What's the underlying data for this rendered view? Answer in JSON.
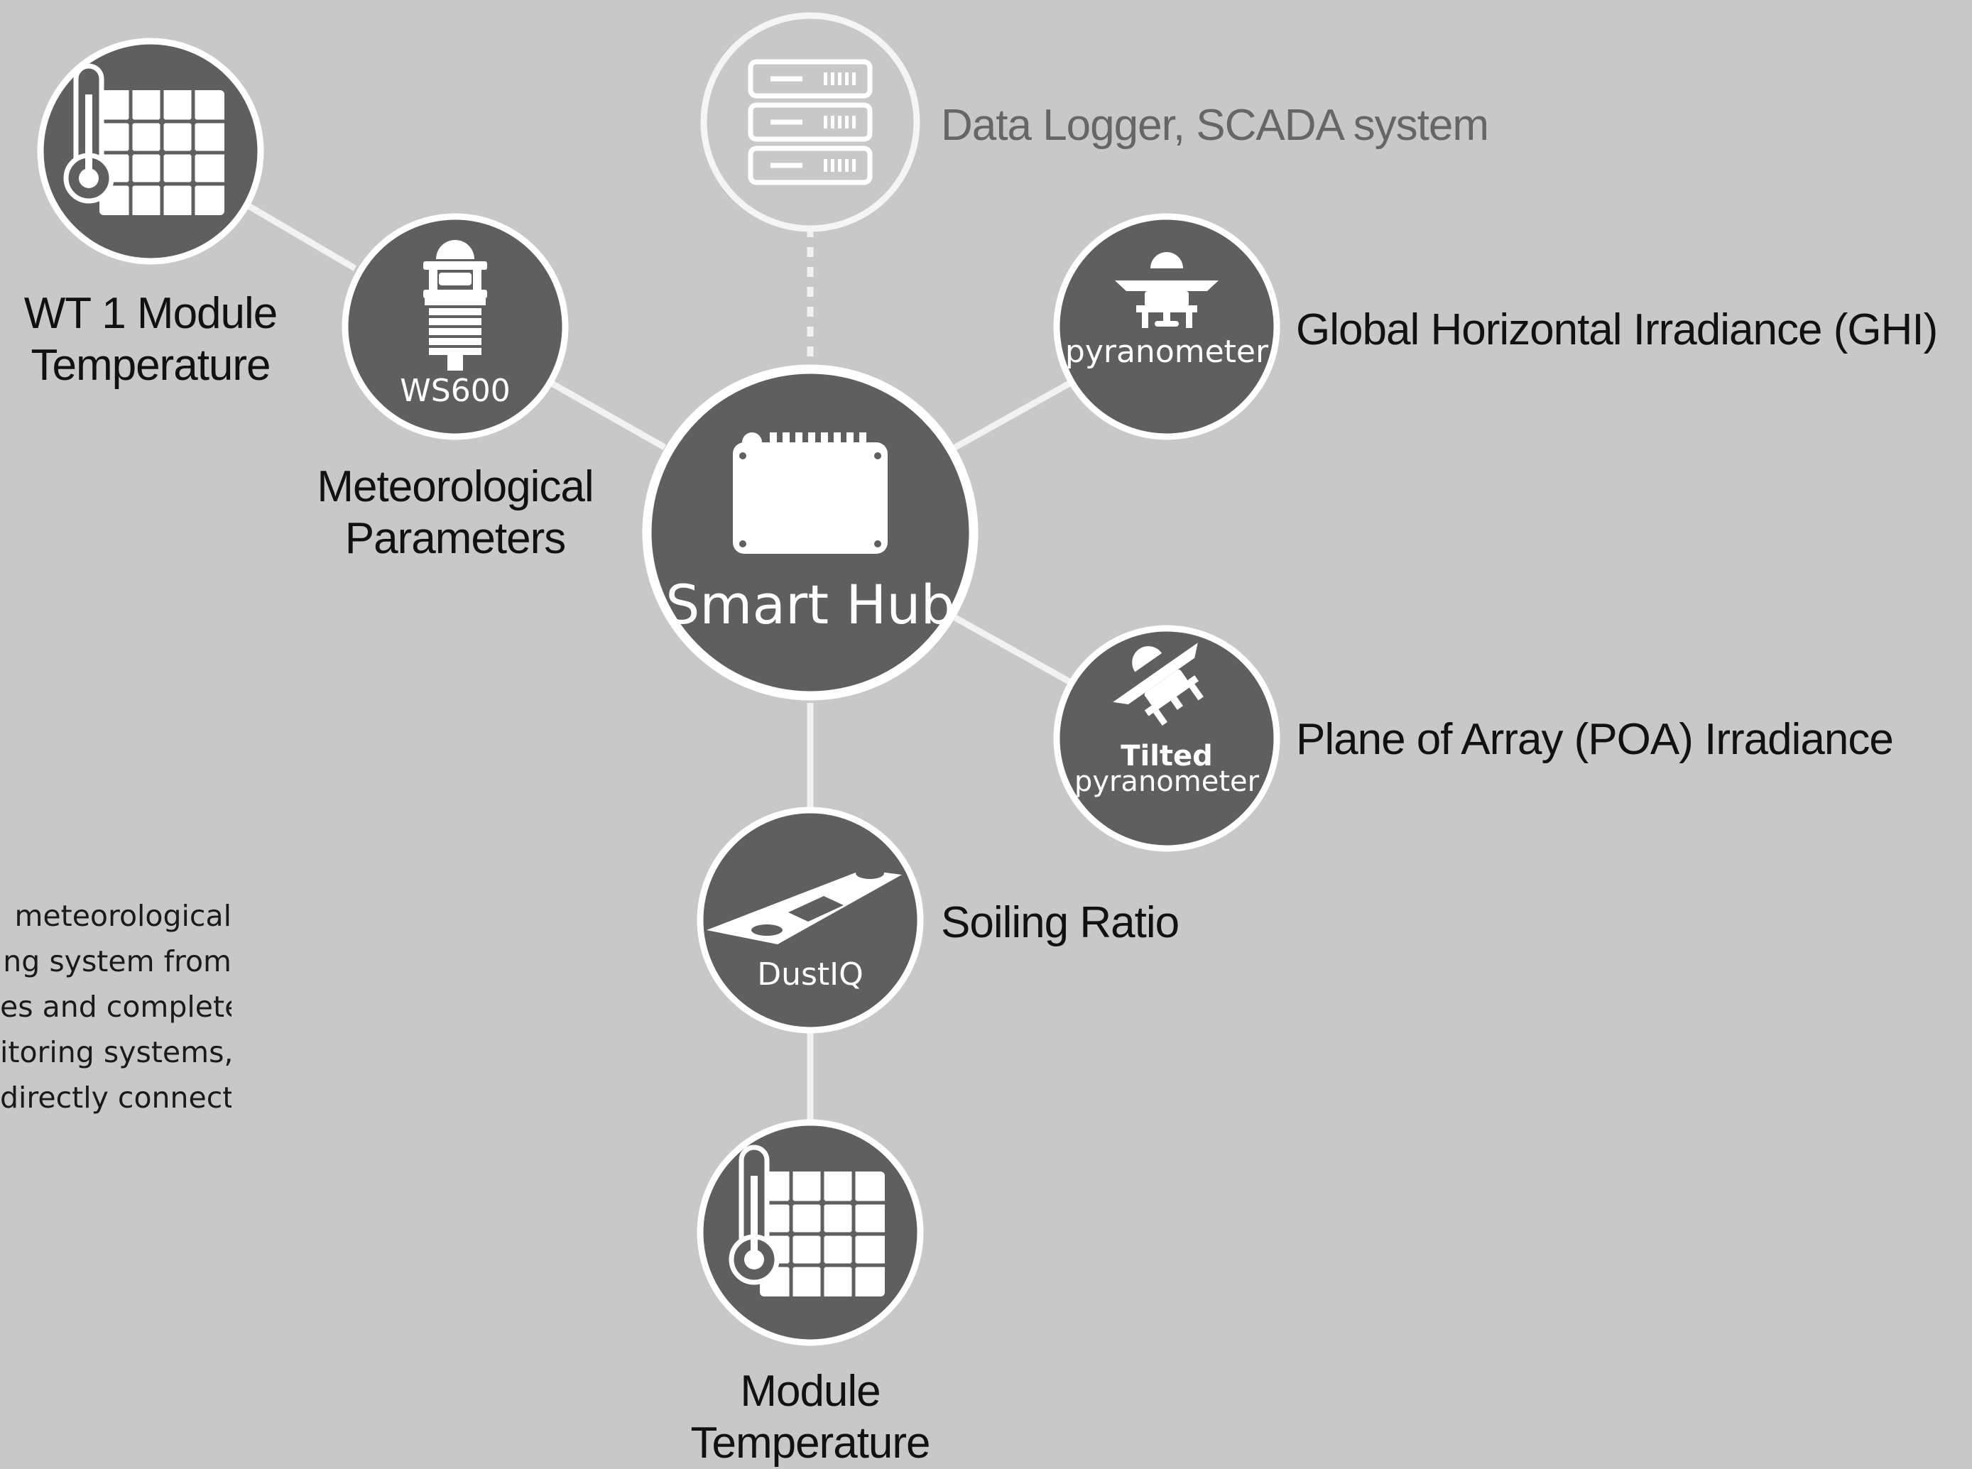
{
  "colors": {
    "background": "#c8c8c8",
    "node_fill": "#5f5f5f",
    "node_ring": "#ffffff",
    "connector": "#f2f2f2",
    "logger_fill": "#c8c8c8",
    "logger_text": "#666666",
    "label_text": "#111111"
  },
  "hub": {
    "label": "Smart Hub",
    "icon": "smart-hub-device-icon"
  },
  "data_logger": {
    "label": "Data Logger, SCADA system",
    "icon": "server-rack-icon"
  },
  "nodes": {
    "wt1": {
      "label_line1": "WT 1 Module",
      "label_line2": "Temperature",
      "icon": "thermometer-solar-panel-icon"
    },
    "ws600": {
      "caption": "WS600",
      "label_line1": "Meteorological",
      "label_line2": "Parameters",
      "icon": "weather-station-icon"
    },
    "ghi": {
      "caption": "pyranometer",
      "label": "Global Horizontal Irradiance (GHI)",
      "icon": "pyranometer-icon"
    },
    "poa": {
      "caption_line1": "Tilted",
      "caption_line2": "pyranometer",
      "label": "Plane of Array (POA) Irradiance",
      "icon": "tilted-pyranometer-icon"
    },
    "dustiq": {
      "caption": "DustIQ",
      "label": "Soiling Ratio",
      "icon": "dustiq-sensor-icon"
    },
    "module_temp": {
      "label_line1": "Module",
      "label_line2": "Temperature",
      "icon": "thermometer-solar-panel-icon"
    }
  },
  "side_text": {
    "lines": [
      "meteorological",
      "ng system from",
      "es and complete",
      "itoring systems,",
      "directly connect"
    ]
  }
}
